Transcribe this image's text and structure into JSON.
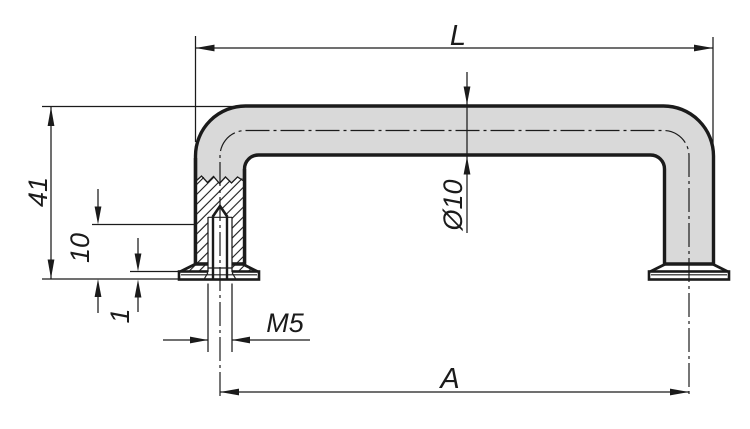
{
  "colors": {
    "background": "#ffffff",
    "line": "#1b1b1b",
    "part_fill": "#d9d9d9"
  },
  "dimensions": {
    "overall_length": {
      "label": "L"
    },
    "total_height": {
      "label": "41"
    },
    "bar_diameter": {
      "label": "Ø10"
    },
    "thread_depth": {
      "label": "10"
    },
    "base_height": {
      "label": "1"
    },
    "thread_size": {
      "label": "M5"
    },
    "mounting_distance": {
      "label": "A"
    }
  }
}
